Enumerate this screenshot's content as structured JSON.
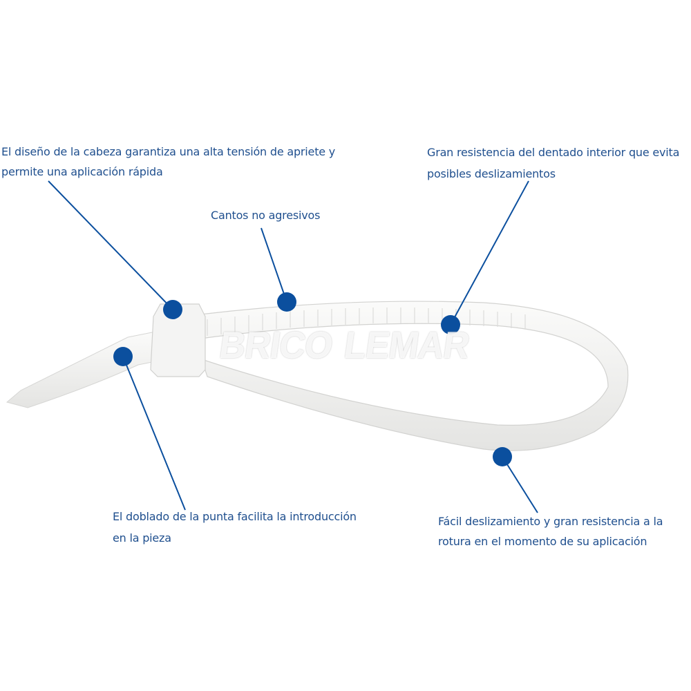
{
  "callouts": {
    "head": {
      "line1": "El diseño de la cabeza garantiza una alta tensión de apriete y",
      "line2": "permite una aplicación rápida"
    },
    "edges": {
      "line1": "Cantos no agresivos"
    },
    "teeth": {
      "line1": "Gran resistencia del dentado interior que evita",
      "line2": "posibles deslizamientos"
    },
    "tip": {
      "line1": "El doblado de la punta facilita la introducción",
      "line2": "en la pieza"
    },
    "slide": {
      "line1": "Fácil deslizamiento y gran resistencia a la",
      "line2": "rotura en el momento de su aplicación"
    }
  },
  "watermark": "BRICO LEMAR",
  "colors": {
    "text": "#1f4f8e",
    "dot": "#0b4f9e",
    "tie": "#f2f2f0"
  }
}
